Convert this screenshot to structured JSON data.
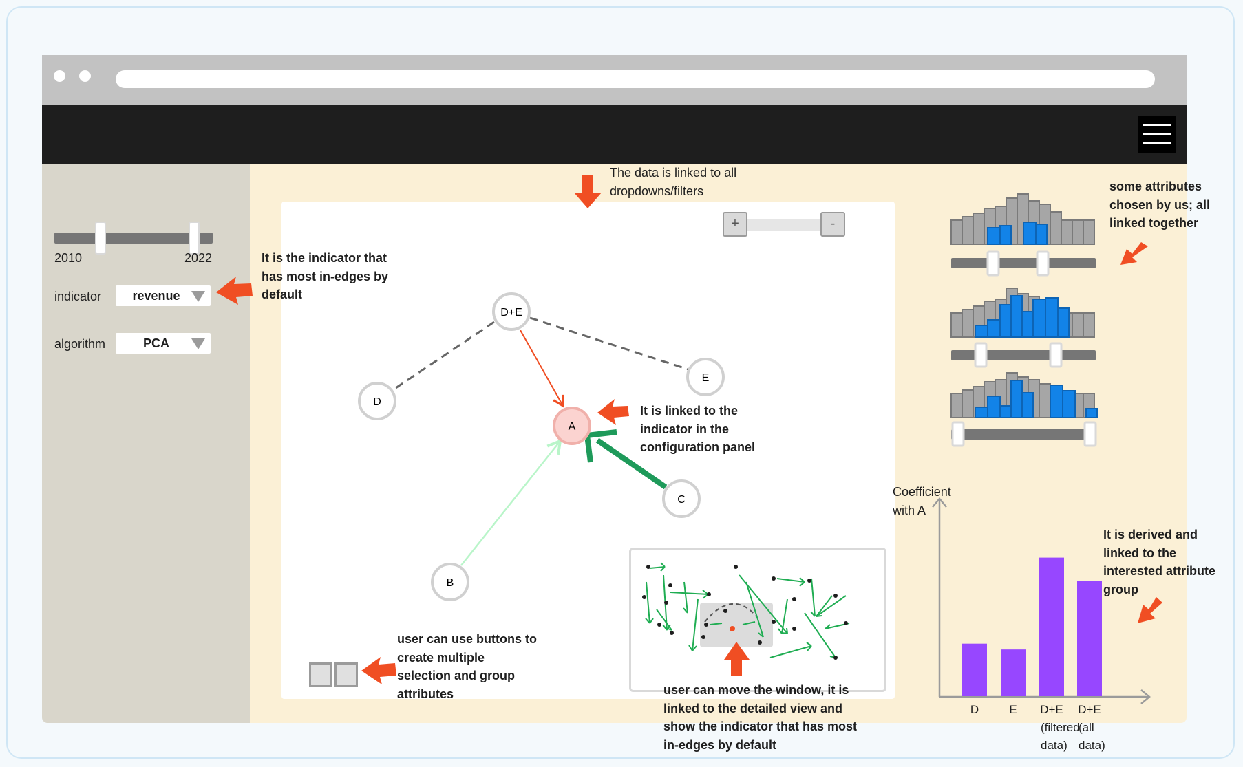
{
  "sidebar": {
    "year_start": "2010",
    "year_end": "2022",
    "indicator_label": "indicator",
    "indicator_value": "revenue",
    "algorithm_label": "algorithm",
    "algorithm_value": "PCA"
  },
  "zoom": {
    "plus_label": "+",
    "minus_label": "-"
  },
  "graph": {
    "nodes": [
      "D+E",
      "D",
      "E",
      "A",
      "B",
      "C"
    ],
    "edges": [
      {
        "from": "D+E",
        "to": "D",
        "kind": "dashed"
      },
      {
        "from": "D+E",
        "to": "E",
        "kind": "dashed"
      },
      {
        "from": "D+E",
        "to": "A",
        "kind": "in-edge",
        "color": "#f04e23"
      },
      {
        "from": "C",
        "to": "A",
        "kind": "in-edge",
        "color": "#1e9a5a"
      },
      {
        "from": "B",
        "to": "A",
        "kind": "in-edge",
        "color": "#b9f5c9"
      }
    ]
  },
  "annotations": {
    "top": "The data is linked to all dropdowns/filters",
    "indicator_note": "It is the indicator that has most in-edges by default",
    "a_note": "It is linked to the indicator in the configuration panel",
    "buttons_note": "user can use buttons to create multiple selection and group attributes",
    "window_note": "user can move the window, it is linked to the detailed view and show the indicator that has most in-edges by default",
    "attributes_note": "some attributes chosen by us; all linked together",
    "derived_note": "It is derived and linked to the interested attribute group"
  },
  "colors": {
    "accent_arrow": "#f04e23",
    "selected_bar": "#1283e8",
    "coef_bar": "#9747ff",
    "panel": "#fbf0d6",
    "sidebar": "#d9d6cb"
  },
  "chart_data": {
    "type": "bar",
    "ylabel": "Coefficient with A",
    "categories": [
      "D",
      "E",
      "D+E (filtered data)",
      "D+E (all data)"
    ],
    "tick_label_lines": [
      [
        "D"
      ],
      [
        "E"
      ],
      [
        "D+E",
        "(filtered",
        "data)"
      ],
      [
        "D+E",
        "(all",
        "data)"
      ]
    ],
    "values": [
      0.36,
      0.32,
      0.95,
      0.79
    ],
    "ylim": [
      0,
      1
    ],
    "color": "#9747ff"
  }
}
